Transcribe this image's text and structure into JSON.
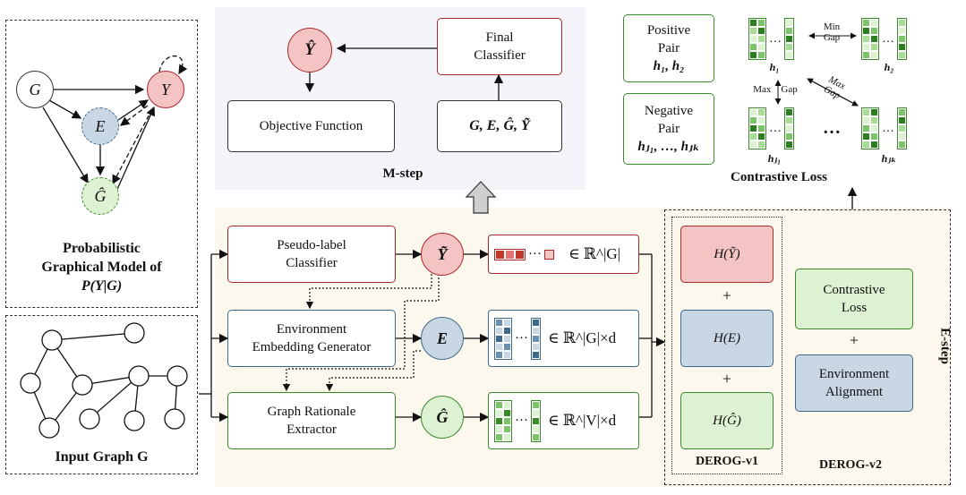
{
  "left_panel": {
    "pgm_title_line1": "Probabilistic",
    "pgm_title_line2": "Graphical Model of",
    "pgm_title_line3": "P(Y|G)",
    "nodes": {
      "g": "G",
      "e": "E",
      "y": "Y",
      "ghat": "Ĝ"
    },
    "input_graph_label": "Input Graph G"
  },
  "m_step": {
    "title": "M-step",
    "y_hat": "Ŷ",
    "final_classifier_line1": "Final",
    "final_classifier_line2": "Classifier",
    "objective_function": "Objective Function",
    "inputs": "G, E, Ĝ, Ỹ"
  },
  "contrastive": {
    "title": "Contrastive Loss",
    "positive_line1": "Positive",
    "positive_line2": "Pair",
    "positive_line3": "h₁, h₂",
    "negative_line1": "Negative",
    "negative_line2": "Pair",
    "negative_line3": "hⱼ₁, …, hⱼₖ",
    "min_gap_line1": "Min",
    "min_gap_line2": "Gap",
    "max_gap_vertical": "Max",
    "max_gap_vertical2": "Gap",
    "max_gap_diag_line1": "Max",
    "max_gap_diag_line2": "Gap",
    "h1": "h₁",
    "h2": "h₂",
    "hj1": "hⱼ₁",
    "hjk": "hⱼₖ",
    "dots": "…",
    "dots_big": "…"
  },
  "e_step": {
    "title": "E-step",
    "pseudo_label_line1": "Pseudo-label",
    "pseudo_label_line2": "Classifier",
    "env_gen_line1": "Environment",
    "env_gen_line2": "Embedding Generator",
    "rationale_line1": "Graph Rationale",
    "rationale_line2": "Extractor",
    "y_tilde": "Ỹ",
    "e_node": "E",
    "g_hat": "Ĝ",
    "vec_y": "∈ ℝ^|G|",
    "vec_e": "∈ ℝ^|G|×d",
    "vec_g": "∈ ℝ^|V|×d",
    "dots": "···",
    "h_y": "H(Ỹ)",
    "h_e": "H(E)",
    "h_g": "H(Ĝ)",
    "plus": "+",
    "derog_v1": "DEROG-v1",
    "derog_v2": "DEROG-v2",
    "contrastive_loss_line1": "Contrastive",
    "contrastive_loss_line2": "Loss",
    "env_align_line1": "Environment",
    "env_align_line2": "Alignment"
  },
  "colors": {
    "red": "#a82a2a",
    "red_fill": "#f4c4c4",
    "blue": "#3d6a8a",
    "blue_fill": "#c9d6e3",
    "green": "#3a8a2a",
    "green_fill": "#dcf2d2",
    "m_step_bg": "#f6f4fb",
    "e_step_bg": "#fdf8ee"
  }
}
